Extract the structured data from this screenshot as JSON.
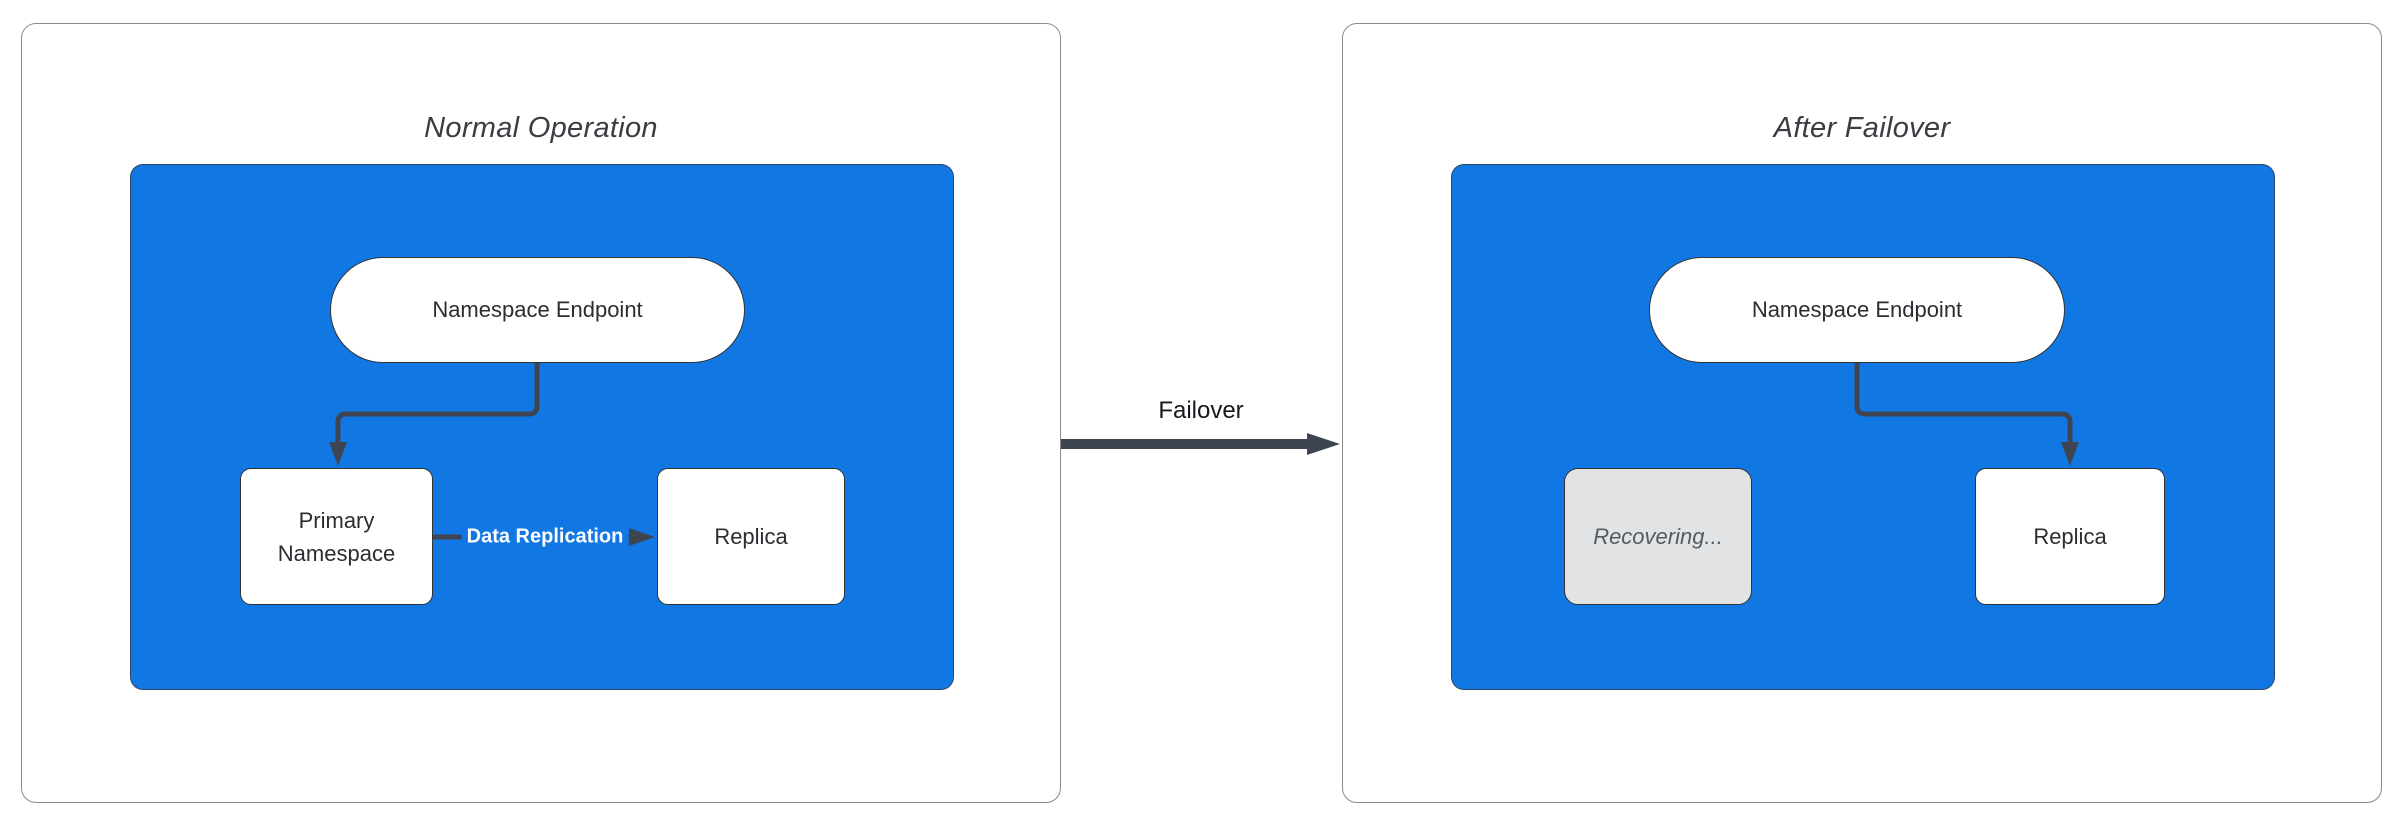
{
  "colors": {
    "blue": "#1177E3",
    "panel_border": "#8b8b8b",
    "node_border": "#333333",
    "edge": "#3E4450",
    "node_text": "#2a2d31",
    "title_text": "#3a3d42",
    "recovering_fill": "#E2E3E5",
    "recovering_text": "#555B63",
    "white": "#ffffff"
  },
  "panels": [
    {
      "title": "Normal Operation",
      "nodes": {
        "endpoint": "Namespace Endpoint",
        "primary": "Primary Namespace",
        "replica": "Replica"
      },
      "edge_label": "Data Replication"
    },
    {
      "title": "After Failover",
      "nodes": {
        "endpoint": "Namespace Endpoint",
        "recovering": "Recovering...",
        "replica": "Replica"
      }
    }
  ],
  "failover_label": "Failover"
}
